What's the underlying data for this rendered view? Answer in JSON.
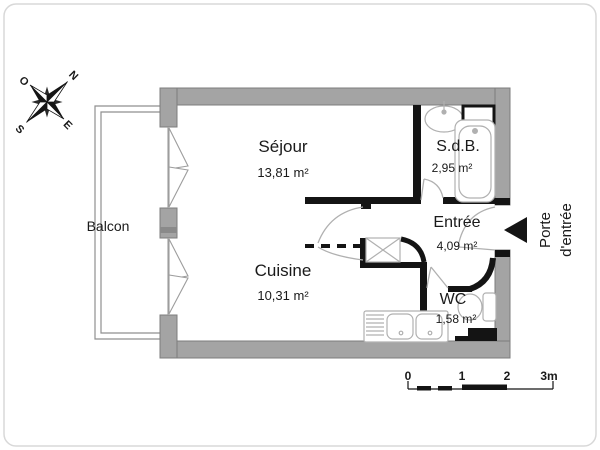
{
  "plan_type": "apartment-floor-plan",
  "rooms": [
    {
      "id": "sejour",
      "name": "Séjour",
      "area": "13,81 m²"
    },
    {
      "id": "cuisine",
      "name": "Cuisine",
      "area": "10,31 m²"
    },
    {
      "id": "sdb",
      "name": "S.d.B.",
      "area": "2,95 m²"
    },
    {
      "id": "entree",
      "name": "Entrée",
      "area": "4,09 m²"
    },
    {
      "id": "wc",
      "name": "WC",
      "area": "1,58 m²"
    },
    {
      "id": "balcon",
      "name": "Balcon",
      "area": ""
    }
  ],
  "entrance": {
    "label_line1": "Porte",
    "label_line2": "d'entrée"
  },
  "compass": {
    "north": "N",
    "west": "O",
    "south": "S",
    "east": "E"
  },
  "scale_bar": {
    "labels": [
      "0",
      "1",
      "2",
      "3m"
    ]
  },
  "fixtures": [
    "bathtub",
    "washbasin",
    "toilet",
    "kitchen-sink",
    "closet",
    "french-windows",
    "entrance-door"
  ],
  "colors": {
    "wall_gray": "#a4a4a4",
    "wall_gray_border": "#7d7d7d",
    "interior_wall_black": "#141414",
    "fixture_line_gray": "#adadad",
    "frame_border": "#d8d8d8",
    "text": "#1a1a1a"
  }
}
